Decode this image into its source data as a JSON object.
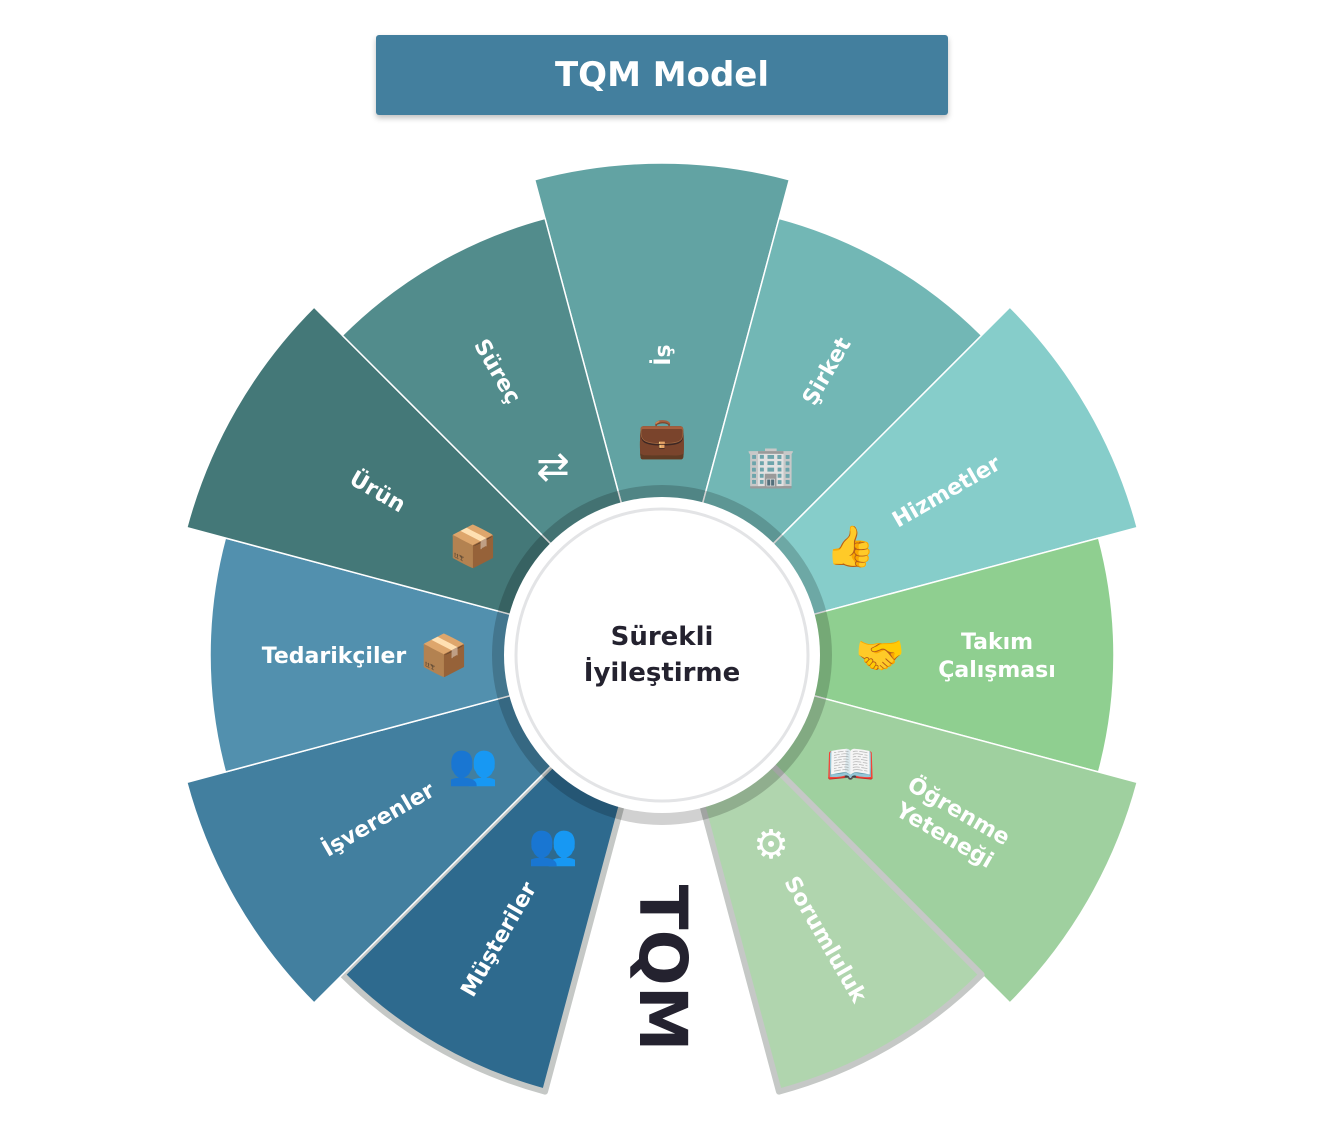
{
  "title": "TQM Model",
  "center": {
    "line1": "Sürekli",
    "line2": "İyileştirme"
  },
  "gap_label": "TQM",
  "segments": [
    {
      "label": "İş",
      "icon": "briefcase-icon",
      "glyph": "💼",
      "color": "#62a3a3",
      "long": true
    },
    {
      "label": "Şirket",
      "icon": "building-icon",
      "glyph": "🏢",
      "color": "#72b7b5",
      "long": false
    },
    {
      "label": "Hizmetler",
      "icon": "thumbs-up-stars-icon",
      "glyph": "👍",
      "color": "#86cdca",
      "long": true
    },
    {
      "label": "Takım Çalışması",
      "lines": [
        "Takım",
        "Çalışması"
      ],
      "icon": "handshake-icon",
      "glyph": "🤝",
      "color": "#8fcf90",
      "long": false
    },
    {
      "label": "Öğrenme Yeteneği",
      "lines": [
        "Öğrenme",
        "Yeteneği"
      ],
      "icon": "reader-icon",
      "glyph": "📖",
      "color": "#9fd09f",
      "long": true
    },
    {
      "label": "Sorumluluk",
      "icon": "hands-gear-icon",
      "glyph": "⚙",
      "color": "#b0d5ae",
      "long": false
    },
    {
      "label": "Müşteriler",
      "icon": "people-group-icon",
      "glyph": "👥",
      "color": "#2e6a8e",
      "long": false
    },
    {
      "label": "İşverenler",
      "icon": "employers-icon",
      "glyph": "👥",
      "color": "#427f9f",
      "long": true
    },
    {
      "label": "Tedarikçiler",
      "icon": "hand-box-icon",
      "glyph": "📦",
      "color": "#5290ae",
      "long": false
    },
    {
      "label": "Ürün",
      "icon": "box-icon",
      "glyph": "📦",
      "color": "#447878",
      "long": true
    },
    {
      "label": "Süreç",
      "icon": "process-flow-icon",
      "glyph": "⇄",
      "color": "#528c8c",
      "long": false
    }
  ]
}
